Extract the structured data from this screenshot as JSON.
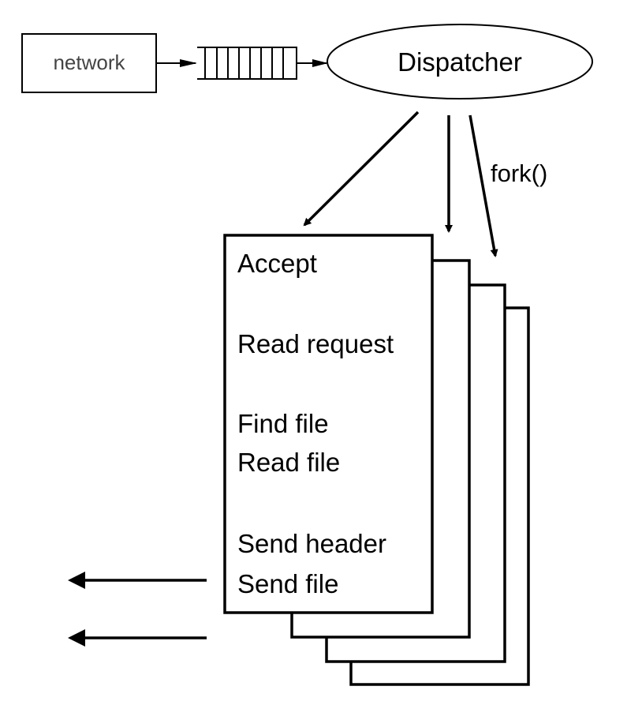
{
  "diagram": {
    "network_label": "network",
    "dispatcher_label": "Dispatcher",
    "fork_label": "fork()",
    "steps": [
      "Accept",
      "Read request",
      "Find file",
      "Read file",
      "Send header",
      "Send file"
    ]
  }
}
